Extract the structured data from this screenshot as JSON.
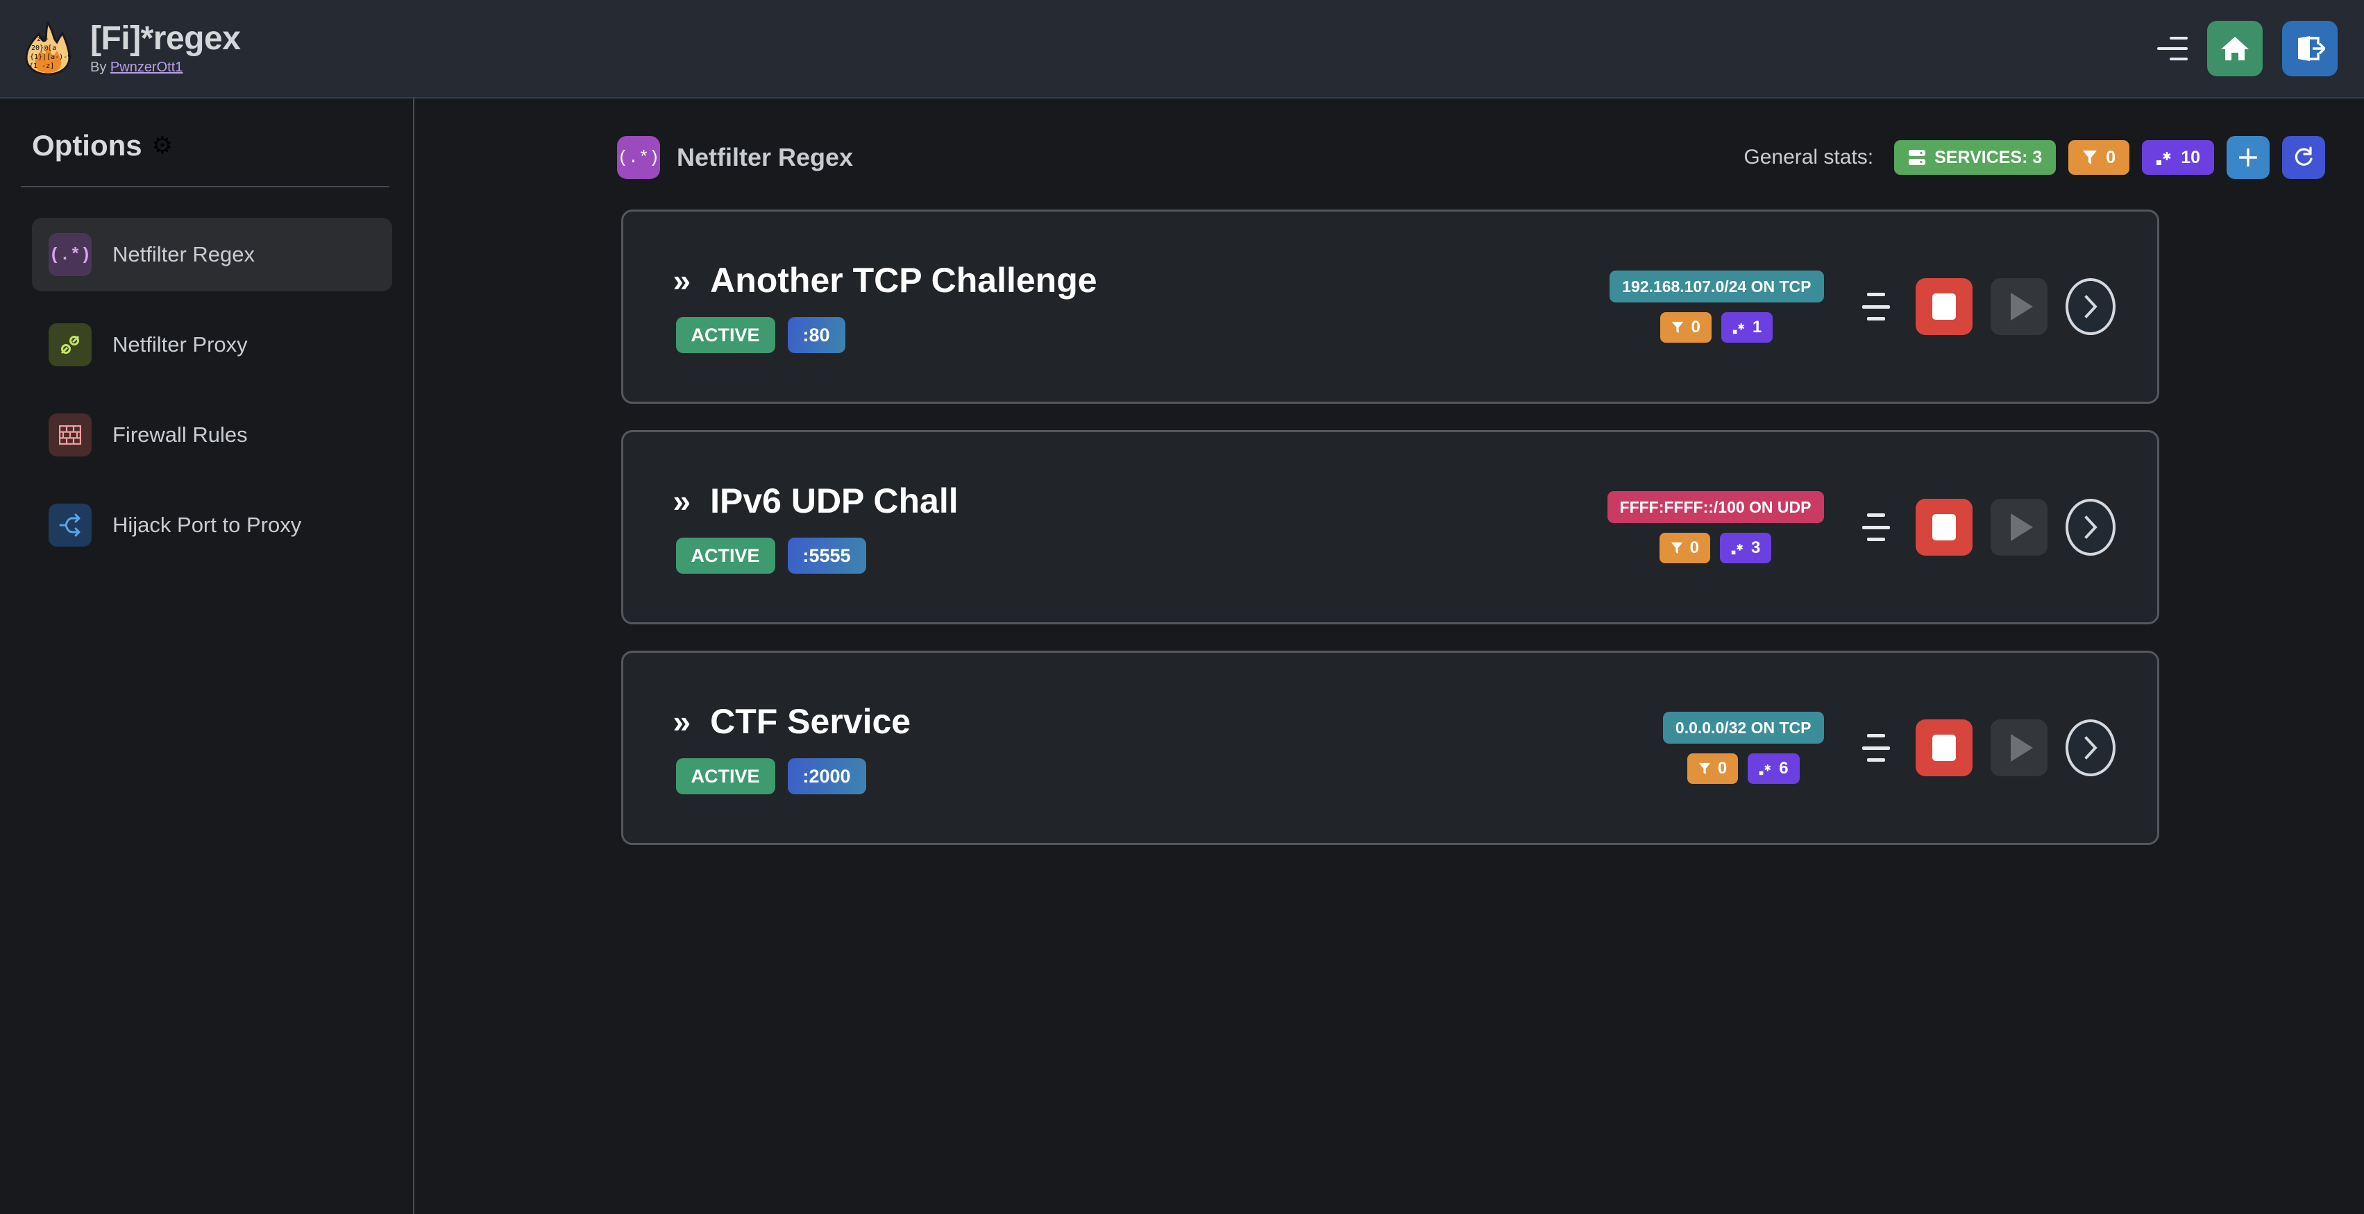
{
  "header": {
    "title": "[Fi]*regex",
    "by_prefix": "By ",
    "author": "PwnzerOtt1",
    "logo_icon": "flame-icon",
    "menu_icon": "hamburger-icon",
    "home_icon": "home-icon",
    "logout_icon": "logout-icon"
  },
  "sidebar": {
    "title": "Options",
    "gear_icon": "⚙",
    "items": [
      {
        "label": "Netfilter Regex",
        "icon": "(.*)",
        "icon_name": "regex-icon",
        "active": true
      },
      {
        "label": "Netfilter Proxy",
        "icon": "⚯",
        "icon_name": "proxy-icon",
        "active": false
      },
      {
        "label": "Firewall Rules",
        "icon": "▦",
        "icon_name": "brick-wall-icon",
        "active": false
      },
      {
        "label": "Hijack Port to Proxy",
        "icon": "⇜",
        "icon_name": "fork-arrow-icon",
        "active": false
      }
    ]
  },
  "main": {
    "page_icon": "(.*)",
    "page_title": "Netfilter Regex",
    "stats_label": "General stats:",
    "stats": [
      {
        "icon": "server-icon",
        "text": "SERVICES: 3",
        "color": "#57a75c"
      },
      {
        "icon": "filter-icon",
        "text": "0",
        "color": "#e1923a"
      },
      {
        "icon": "regex-icon",
        "text": "10",
        "color": "#6c40e0"
      }
    ],
    "add_label": "+",
    "add_icon": "plus-icon",
    "refresh_label": "↻",
    "refresh_icon": "refresh-icon"
  },
  "services": [
    {
      "chevron": "»",
      "name": "Another TCP Challenge",
      "status": "ACTIVE",
      "port": ":80",
      "network": "192.168.107.0/24 ON TCP",
      "network_color": "teal",
      "filters": "0",
      "regexes": "1"
    },
    {
      "chevron": "»",
      "name": "IPv6 UDP Chall",
      "status": "ACTIVE",
      "port": ":5555",
      "network": "FFFF:FFFF::/100 ON UDP",
      "network_color": "pink",
      "filters": "0",
      "regexes": "3"
    },
    {
      "chevron": "»",
      "name": "CTF Service",
      "status": "ACTIVE",
      "port": ":2000",
      "network": "0.0.0.0/32 ON TCP",
      "network_color": "teal",
      "filters": "0",
      "regexes": "6"
    }
  ],
  "card_controls": {
    "sort_icon": "sort-icon",
    "stop_icon": "stop-icon",
    "play_icon": "play-icon",
    "detail_icon": "chevron-right-icon"
  },
  "colors": {
    "accent_purple": "#9b4bbd",
    "active_green": "#3f9a70",
    "stop_red": "#d8453c",
    "teal": "#3b8e99",
    "pink": "#c93b63",
    "orange": "#e1923a",
    "violet": "#6c40e0",
    "background": "#17191c",
    "topbar": "#252a33"
  }
}
